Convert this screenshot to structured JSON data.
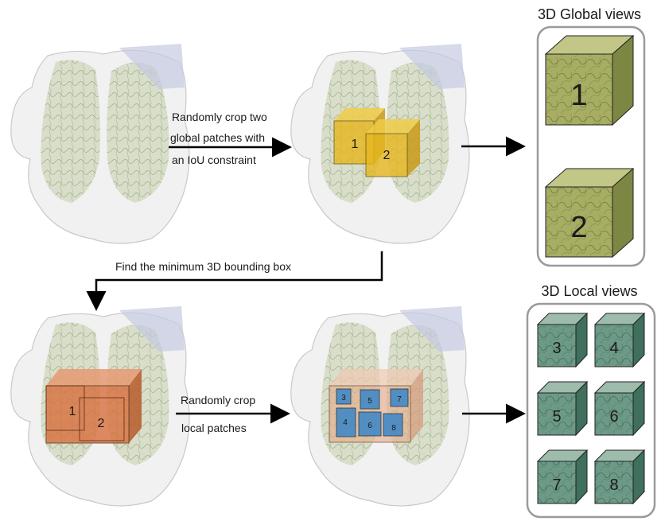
{
  "step1_caption": [
    "Randomly crop two",
    "global patches with",
    "an IoU constraint"
  ],
  "step2_caption": "Find the minimum 3D bounding box",
  "step3_caption": [
    "Randomly crop",
    "local patches"
  ],
  "global_panel": {
    "title": "3D Global views",
    "cubes": [
      "1",
      "2"
    ]
  },
  "local_panel": {
    "title": "3D Local views",
    "cubes": [
      "3",
      "4",
      "5",
      "6",
      "7",
      "8"
    ]
  },
  "patch_labels": {
    "global": [
      "1",
      "2"
    ],
    "bbox": [
      "1",
      "2"
    ],
    "local": [
      "3",
      "4",
      "5",
      "6",
      "7",
      "8"
    ]
  },
  "colors": {
    "global_patch": "#e6b71e",
    "bbox_patch": "#d8703e",
    "local_patch": "#3a86c8",
    "global_cube": "#9fa65a",
    "local_cube": "#5f8f7e",
    "panel_border": "#9a9a9a"
  }
}
